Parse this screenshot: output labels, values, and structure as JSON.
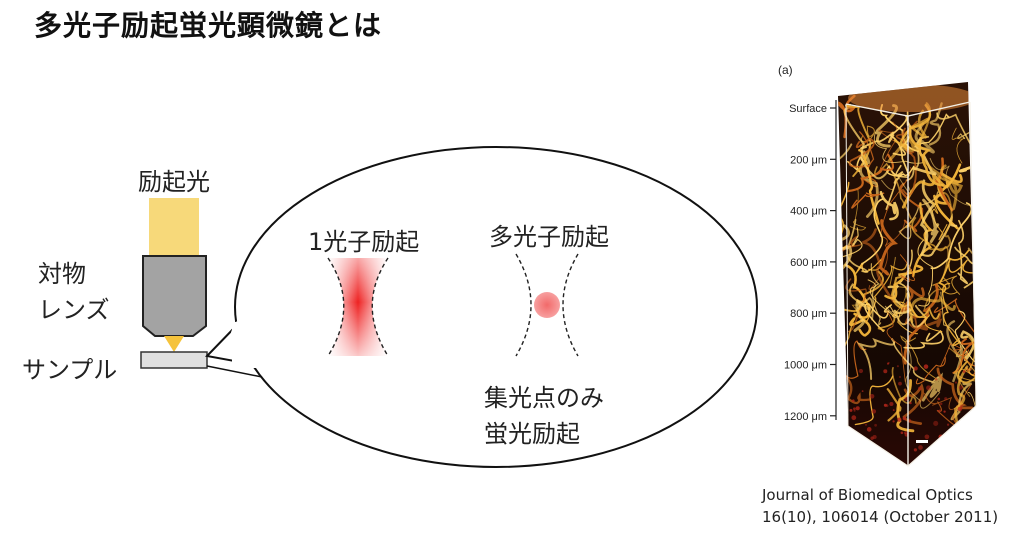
{
  "title": "多光子励起蛍光顕微鏡とは",
  "schematic": {
    "excitation_light_label": "励起光",
    "objective_label_line1": "対物",
    "objective_label_line2": "レンズ",
    "sample_label": "サンプル"
  },
  "zoom_bubble": {
    "one_photon_label": "1光子励起",
    "multi_photon_label": "多光子励起",
    "note_line1": "集光点のみ",
    "note_line2": "蛍光励起"
  },
  "figure": {
    "panel_label": "(a)",
    "depth_ticks": [
      "Surface",
      "200 μm",
      "400 μm",
      "600 μm",
      "800 μm",
      "1000 μm",
      "1200 μm"
    ]
  },
  "citation": {
    "line1": "Journal of Biomedical Optics",
    "line2": "16(10), 106014 (October 2011)"
  },
  "colors": {
    "excitation_light": "#f7d97a",
    "objective_body": "#a3a3a3",
    "sample": "#e0e0e0",
    "focus_red": "#ee2222",
    "vessel": "#f2b43a"
  }
}
